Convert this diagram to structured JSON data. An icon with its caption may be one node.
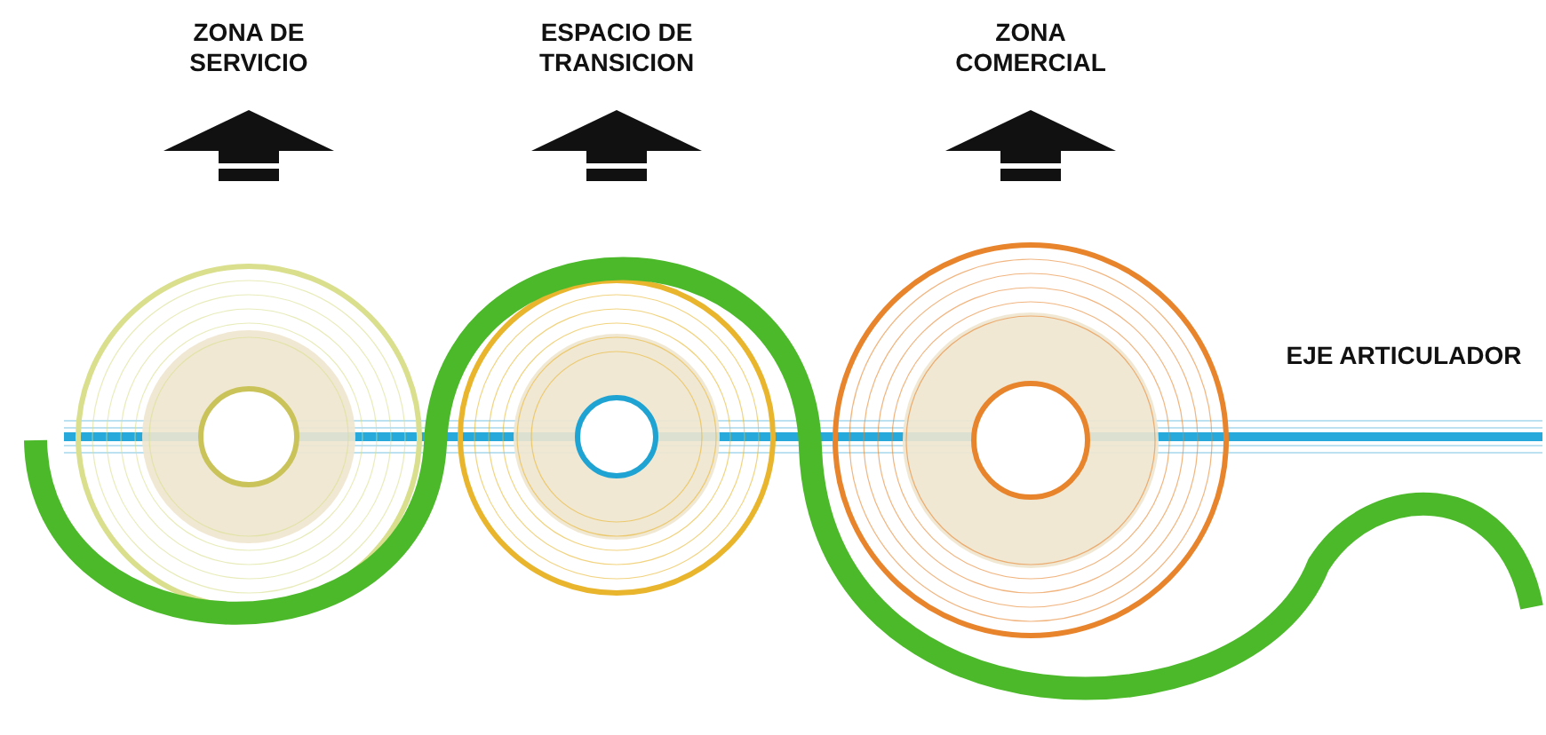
{
  "diagram": {
    "nodes": [
      {
        "text": [
          "ZONA DE SERVICIO"
        ]
      },
      {
        "text": [
          "ESPACIO DE TRANSICION"
        ]
      },
      {
        "text": [
          "ZONA COMERCIAL"
        ]
      }
    ],
    "labels": [
      "EJE ARTICULADOR"
    ]
  }
}
